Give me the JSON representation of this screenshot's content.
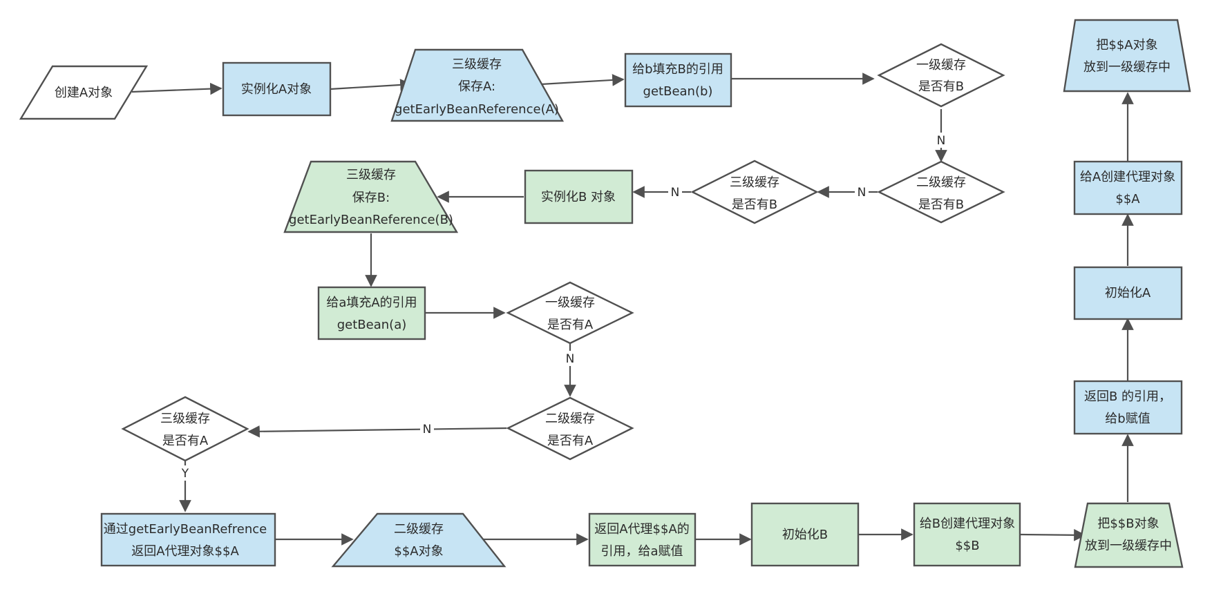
{
  "colors": {
    "blue_fill": "#c7e4f4",
    "green_fill": "#d1ebd4",
    "white_fill": "#ffffff",
    "stroke": "#505050"
  },
  "nodes": {
    "create_a": {
      "lines": [
        "创建A对象"
      ]
    },
    "instantiate_a": {
      "lines": [
        "实例化A对象"
      ]
    },
    "l3_save_a": {
      "lines": [
        "三级缓存",
        "保存A:",
        "getEarlyBeanReference(A)"
      ]
    },
    "fill_b_ref": {
      "lines": [
        "给b填充B的引用",
        "getBean(b)"
      ]
    },
    "l1_has_b": {
      "lines": [
        "一级缓存",
        "是否有B"
      ]
    },
    "l2_has_b": {
      "lines": [
        "二级缓存",
        "是否有B"
      ]
    },
    "l3_has_b": {
      "lines": [
        "三级缓存",
        "是否有B"
      ]
    },
    "instantiate_b": {
      "lines": [
        "实例化B 对象"
      ]
    },
    "l3_save_b": {
      "lines": [
        "三级缓存",
        "保存B:",
        "getEarlyBeanReference(B)"
      ]
    },
    "fill_a_ref": {
      "lines": [
        "给a填充A的引用",
        "getBean(a)"
      ]
    },
    "l1_has_a": {
      "lines": [
        "一级缓存",
        "是否有A"
      ]
    },
    "l2_has_a": {
      "lines": [
        "二级缓存",
        "是否有A"
      ]
    },
    "l3_has_a": {
      "lines": [
        "三级缓存",
        "是否有A"
      ]
    },
    "return_proxy_a": {
      "lines": [
        "通过getEarlyBeanRefrence",
        "返回A代理对象$$A"
      ]
    },
    "l2_proxy_a": {
      "lines": [
        "二级缓存",
        "$$A对象"
      ]
    },
    "return_ref_a": {
      "lines": [
        "返回A代理$$A的",
        "引用，给a赋值"
      ]
    },
    "init_b": {
      "lines": [
        "初始化B"
      ]
    },
    "proxy_b": {
      "lines": [
        "给B创建代理对象",
        "$$B"
      ]
    },
    "put_b_l1": {
      "lines": [
        "把$$B对象",
        "放到一级缓存中"
      ]
    },
    "return_ref_b": {
      "lines": [
        "返回B 的引用，",
        "给b赋值"
      ]
    },
    "init_a": {
      "lines": [
        "初始化A"
      ]
    },
    "proxy_a": {
      "lines": [
        "给A创建代理对象",
        "$$A"
      ]
    },
    "put_a_l1": {
      "lines": [
        "把$$A对象",
        "放到一级缓存中"
      ]
    }
  },
  "edge_labels": {
    "n": "N",
    "y": "Y"
  }
}
